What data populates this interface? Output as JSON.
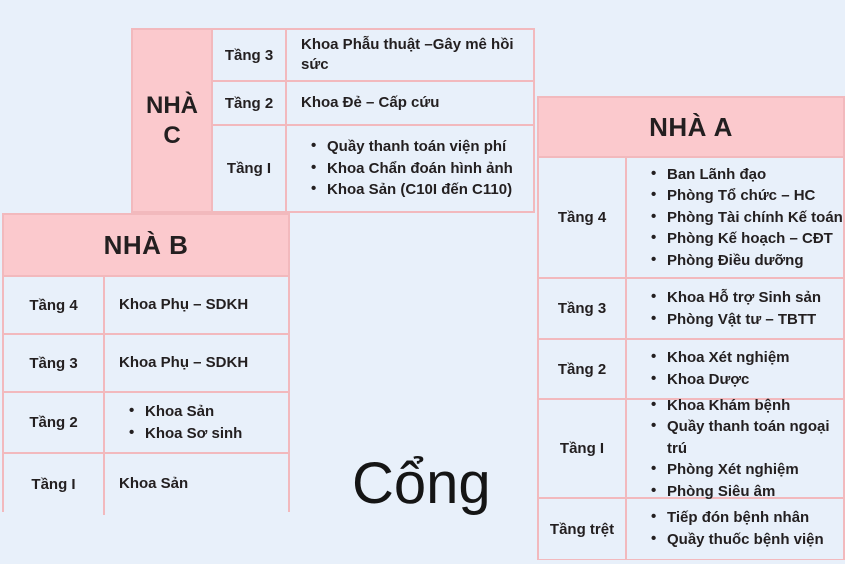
{
  "colors": {
    "background": "#e8f0fa",
    "header_pink": "#fbc9cd",
    "border_pink": "#f2b9bd",
    "cell_blue": "#e8f0fa",
    "text": "#231f20"
  },
  "gate": {
    "label": "Cổng"
  },
  "buildings": {
    "c": {
      "title_line1": "NHÀ",
      "title_line2": "C",
      "rows": [
        {
          "floor": "Tầng  3",
          "text": "Khoa Phẫu thuật –Gây mê hồi sức",
          "items": []
        },
        {
          "floor": "Tầng 2",
          "text": "Khoa Đẻ – Cấp cứu",
          "items": []
        },
        {
          "floor": "Tầng I",
          "text": "",
          "items": [
            "Quầy thanh toán viện phí",
            "Khoa Chẩn đoán hình ảnh",
            "Khoa Sản (C10I đến C110)"
          ]
        }
      ]
    },
    "b": {
      "title": "NHÀ B",
      "rows": [
        {
          "floor": "Tầng 4",
          "text": "Khoa Phụ – SDKH",
          "items": []
        },
        {
          "floor": "Tầng 3",
          "text": "Khoa Phụ – SDKH",
          "items": []
        },
        {
          "floor": "Tầng 2",
          "text": "",
          "items": [
            "Khoa Sản",
            "Khoa Sơ sinh"
          ]
        },
        {
          "floor": "Tầng I",
          "text": "Khoa Sản",
          "items": []
        }
      ]
    },
    "a": {
      "title": "NHÀ A",
      "rows": [
        {
          "floor": "Tầng 4",
          "items": [
            "Ban Lãnh đạo",
            "Phòng Tổ chức – HC",
            "Phòng Tài chính Kế toán",
            "Phòng Kế hoạch – CĐT",
            "Phòng Điều dưỡng"
          ]
        },
        {
          "floor": "Tầng 3",
          "items": [
            "Khoa Hỗ trợ Sinh sản",
            "Phòng Vật tư – TBTT"
          ]
        },
        {
          "floor": "Tầng 2",
          "items": [
            "Khoa Xét nghiệm",
            "Khoa Dược"
          ]
        },
        {
          "floor": "Tầng I",
          "items": [
            "Khoa Khám bệnh",
            "Quầy thanh toán ngoại trú",
            "Phòng Xét nghiệm",
            "Phòng Siêu âm"
          ]
        },
        {
          "floor": "Tầng trệt",
          "items": [
            "Tiếp đón bệnh nhân",
            "Quầy thuốc bệnh viện"
          ]
        }
      ]
    }
  }
}
